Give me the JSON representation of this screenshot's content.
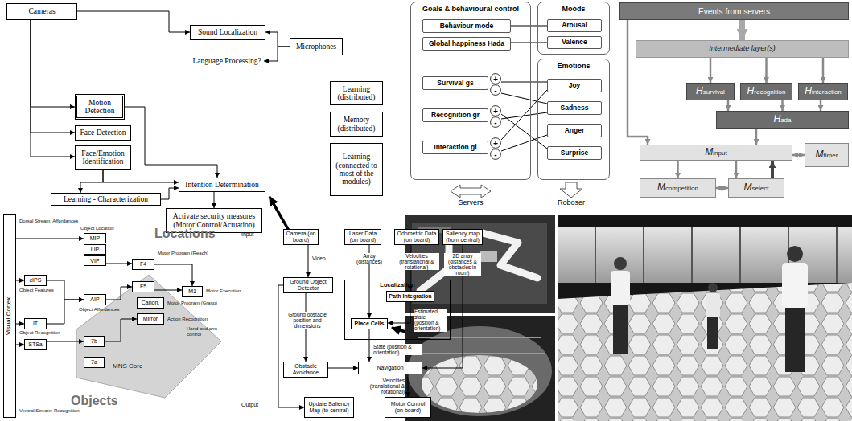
{
  "diagram": {
    "nodes": [
      {
        "text": [
          "Cameras"
        ]
      },
      {
        "text": [
          "Motion Detection"
        ]
      },
      {
        "text": [
          "Face Detection"
        ]
      },
      {
        "text": [
          "Face/Emotion Identification"
        ]
      },
      {
        "text": [
          "Sound Localization"
        ]
      },
      {
        "text": [
          "Language Processing?"
        ]
      },
      {
        "text": [
          "Microphones"
        ]
      },
      {
        "text": [
          "Learning (distributed)"
        ]
      },
      {
        "text": [
          "Memory (distributed)"
        ]
      },
      {
        "text": [
          "Learning (connected to most of the modules)"
        ]
      },
      {
        "text": [
          "Intention Determination"
        ]
      },
      {
        "text": [
          "Learning - Characterization"
        ]
      },
      {
        "text": [
          "Activate security measures (Motor Control/Actuation)"
        ]
      },
      {
        "text": [
          "Goals & behavioural control"
        ]
      },
      {
        "text": [
          "Behaviour mode"
        ],
        "in": 13
      },
      {
        "text": [
          "Global happiness Hada"
        ],
        "in": 13
      },
      {
        "text": [
          "Survival gs"
        ],
        "in": 13
      },
      {
        "text": [
          "+"
        ],
        "in": 13
      },
      {
        "text": [
          "-"
        ],
        "in": 13
      },
      {
        "text": [
          "Recognition gr"
        ],
        "in": 13
      },
      {
        "text": [
          "+"
        ],
        "in": 13
      },
      {
        "text": [
          "-"
        ],
        "in": 13
      },
      {
        "text": [
          "Interaction gi"
        ],
        "in": 13
      },
      {
        "text": [
          "+"
        ],
        "in": 13
      },
      {
        "text": [
          "-"
        ],
        "in": 13
      },
      {
        "text": [
          "Moods"
        ]
      },
      {
        "text": [
          "Arousal"
        ],
        "in": 25
      },
      {
        "text": [
          "Valence"
        ],
        "in": 25
      },
      {
        "text": [
          "Emotions"
        ]
      },
      {
        "text": [
          "Joy"
        ],
        "in": 28
      },
      {
        "text": [
          "Sadness"
        ],
        "in": 28
      },
      {
        "text": [
          "Anger"
        ],
        "in": 28
      },
      {
        "text": [
          "Surprise"
        ],
        "in": 28
      },
      {
        "text": [
          "Events from servers"
        ]
      },
      {
        "text": [
          "Intermediate layer(s)"
        ]
      },
      {
        "text": [
          "Hsurvival"
        ]
      },
      {
        "text": [
          "Hrecognition"
        ]
      },
      {
        "text": [
          "Hinteraction"
        ]
      },
      {
        "text": [
          "Hada"
        ]
      },
      {
        "text": [
          "Minput"
        ]
      },
      {
        "text": [
          "Mtimer"
        ]
      },
      {
        "text": [
          "Mcompetition"
        ]
      },
      {
        "text": [
          "Mselect"
        ]
      },
      {
        "text": [
          "Visual Cortex"
        ]
      },
      {
        "text": [
          "MIP"
        ]
      },
      {
        "text": [
          "LIP"
        ]
      },
      {
        "text": [
          "VIP"
        ]
      },
      {
        "text": [
          "cIPS"
        ]
      },
      {
        "text": [
          "AIP"
        ]
      },
      {
        "text": [
          "IT"
        ]
      },
      {
        "text": [
          "STSa"
        ]
      },
      {
        "text": [
          "F4"
        ]
      },
      {
        "text": [
          "F5"
        ]
      },
      {
        "text": [
          "Canon."
        ]
      },
      {
        "text": [
          "Mirror"
        ]
      },
      {
        "text": [
          "M1"
        ]
      },
      {
        "text": [
          "7b"
        ]
      },
      {
        "text": [
          "7a"
        ]
      },
      {
        "text": [
          "Camera (on board)"
        ]
      },
      {
        "text": [
          "Laser Data (on board)"
        ]
      },
      {
        "text": [
          "Odometric Data (on board)"
        ]
      },
      {
        "text": [
          "Saliency map (from central)"
        ]
      },
      {
        "text": [
          "Ground Object Detector"
        ]
      },
      {
        "text": [
          "Localization"
        ]
      },
      {
        "text": [
          "Path Integration"
        ],
        "in": 63
      },
      {
        "text": [
          "Place Cells"
        ],
        "in": 63
      },
      {
        "text": [
          "Obstacle Avoidance"
        ]
      },
      {
        "text": [
          "Navigation"
        ]
      },
      {
        "text": [
          "Update Saliency Map (to central)"
        ]
      },
      {
        "text": [
          "Motor Control (on board)"
        ]
      }
    ],
    "edges": [
      {
        "from": 0,
        "to": 1,
        "arrow": "to"
      },
      {
        "from": 0,
        "to": 2,
        "arrow": "to"
      },
      {
        "from": 0,
        "to": 3,
        "arrow": "to"
      },
      {
        "from": 0,
        "to": 4,
        "arrow": "to"
      },
      {
        "from": 6,
        "to": 4,
        "arrow": "to"
      },
      {
        "from": 6,
        "to": 5,
        "arrow": "to"
      },
      {
        "from": 1,
        "to": 10,
        "arrow": "to"
      },
      {
        "from": 3,
        "to": 11,
        "arrow": "to"
      },
      {
        "from": 3,
        "to": 10,
        "arrow": "to"
      },
      {
        "from": 11,
        "to": 10,
        "arrow": "to"
      },
      {
        "from": 10,
        "to": 12,
        "arrow": "to"
      },
      {
        "from": 14,
        "to": 26,
        "arrow": "none"
      },
      {
        "from": 15,
        "to": 27,
        "arrow": "none"
      },
      {
        "from": 17,
        "to": 29,
        "arrow": "none"
      },
      {
        "from": 18,
        "to": 30,
        "arrow": "none"
      },
      {
        "from": 20,
        "to": 32,
        "arrow": "none"
      },
      {
        "from": 21,
        "to": 30,
        "arrow": "none"
      },
      {
        "from": 23,
        "to": 29,
        "arrow": "none"
      },
      {
        "from": 24,
        "to": 31,
        "arrow": "none"
      },
      {
        "from": 33,
        "to": 34,
        "arrow": "to"
      },
      {
        "from": 33,
        "to": 39,
        "arrow": "to"
      },
      {
        "from": 34,
        "to": 35,
        "arrow": "to"
      },
      {
        "from": 34,
        "to": 36,
        "arrow": "to"
      },
      {
        "from": 34,
        "to": 37,
        "arrow": "to"
      },
      {
        "from": 35,
        "to": 38,
        "arrow": "to"
      },
      {
        "from": 36,
        "to": 38,
        "arrow": "to"
      },
      {
        "from": 37,
        "to": 38,
        "arrow": "to"
      },
      {
        "from": 38,
        "to": 39,
        "arrow": "to"
      },
      {
        "from": 39,
        "to": 40,
        "arrow": "both"
      },
      {
        "from": 39,
        "to": 41,
        "arrow": "to"
      },
      {
        "from": 39,
        "to": 42,
        "arrow": "to"
      },
      {
        "from": 41,
        "to": 42,
        "arrow": "both"
      },
      {
        "from": 42,
        "to": 39,
        "arrow": "to"
      },
      {
        "from": 43,
        "to": 44,
        "arrow": "to"
      },
      {
        "from": 43,
        "to": 47,
        "arrow": "to"
      },
      {
        "from": 43,
        "to": 49,
        "arrow": "to"
      },
      {
        "from": 43,
        "to": 50,
        "arrow": "to"
      },
      {
        "from": 47,
        "to": 48,
        "arrow": "to"
      },
      {
        "from": 49,
        "to": 48,
        "arrow": "to"
      },
      {
        "from": 48,
        "to": 52,
        "arrow": "to"
      },
      {
        "from": 46,
        "to": 51,
        "arrow": "to"
      },
      {
        "from": 51,
        "to": 55,
        "arrow": "to"
      },
      {
        "from": 52,
        "to": 55,
        "arrow": "to"
      },
      {
        "from": 50,
        "to": 56,
        "arrow": "to"
      },
      {
        "from": 56,
        "to": 54,
        "arrow": "to"
      },
      {
        "from": 58,
        "to": 62,
        "arrow": "to",
        "label": "Video"
      },
      {
        "from": 59,
        "to": 65,
        "arrow": "to",
        "label": "Array (distances)"
      },
      {
        "from": 60,
        "to": 64,
        "arrow": "to",
        "label": "Velocities (translational & rotational)"
      },
      {
        "from": 61,
        "to": 67,
        "arrow": "to",
        "label": "2D array (distances & obstacles in room)"
      },
      {
        "from": 62,
        "to": 66,
        "arrow": "to",
        "label": "Ground obstacle position and dimensions"
      },
      {
        "from": 64,
        "to": 65,
        "arrow": "to",
        "label": "Estimated state (position & orientation)"
      },
      {
        "from": 65,
        "to": 67,
        "arrow": "to",
        "label": "State (position & orientation)"
      },
      {
        "from": 66,
        "to": 67,
        "arrow": "to"
      },
      {
        "from": 67,
        "to": 69,
        "arrow": "to",
        "label": "Velocities (translational & rotational)"
      },
      {
        "from": 62,
        "to": 68,
        "arrow": "to"
      }
    ],
    "labels": [
      "Servers",
      "Roboser",
      "Locations",
      "Objects",
      "MNS Core",
      "Dorsal Stream: Affordances",
      "Object Location",
      "Object Features",
      "Object Affordances",
      "Object Recognition",
      "Motor Program (Reach)",
      "Motor Program (Grasp)",
      "Motor Execution",
      "Action Recognition",
      "Hand and arm control",
      "Ventral Stream: Recognition",
      "Input",
      "Output"
    ]
  }
}
